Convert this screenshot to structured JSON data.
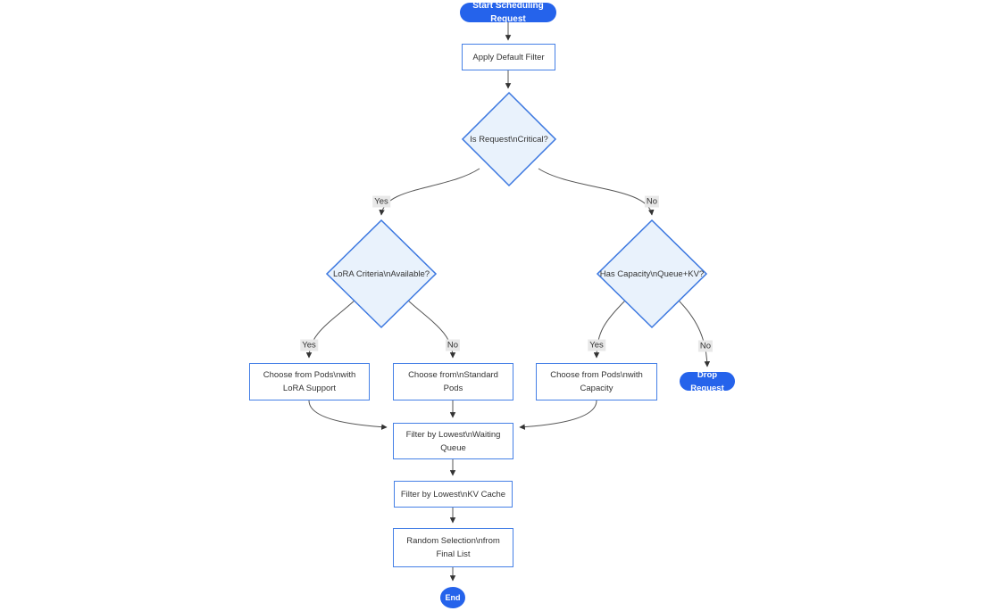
{
  "diagram_type": "flowchart",
  "nodes": {
    "start": {
      "shape": "stadium",
      "label": "Start Scheduling Request"
    },
    "apply_default_filter": {
      "shape": "rect",
      "line1": "Apply Default Filter"
    },
    "is_request_critical": {
      "shape": "diamond",
      "line1": "Is Request\\nCritical?"
    },
    "lora_criteria": {
      "shape": "diamond",
      "line1": "LoRA Criteria\\nAvailable?"
    },
    "has_capacity": {
      "shape": "diamond",
      "line1": "Has Capacity\\nQueue+KV?"
    },
    "choose_lora_pods": {
      "shape": "rect",
      "line1": "Choose from Pods\\nwith",
      "line2": "LoRA Support"
    },
    "choose_standard_pods": {
      "shape": "rect",
      "line1": "Choose from\\nStandard",
      "line2": "Pods"
    },
    "choose_capacity_pods": {
      "shape": "rect",
      "line1": "Choose from Pods\\nwith",
      "line2": "Capacity"
    },
    "drop_request": {
      "shape": "stadium",
      "label": "Drop Request"
    },
    "filter_waiting_queue": {
      "shape": "rect",
      "line1": "Filter by Lowest\\nWaiting",
      "line2": "Queue"
    },
    "filter_kv_cache": {
      "shape": "rect",
      "line1": "Filter by Lowest\\nKV Cache"
    },
    "random_selection": {
      "shape": "rect",
      "line1": "Random Selection\\nfrom",
      "line2": "Final List"
    },
    "end": {
      "shape": "stadium",
      "label": "End"
    }
  },
  "edges": [
    {
      "from": "start",
      "to": "apply_default_filter",
      "label": ""
    },
    {
      "from": "apply_default_filter",
      "to": "is_request_critical",
      "label": ""
    },
    {
      "from": "is_request_critical",
      "to": "lora_criteria",
      "label": "Yes"
    },
    {
      "from": "is_request_critical",
      "to": "has_capacity",
      "label": "No"
    },
    {
      "from": "lora_criteria",
      "to": "choose_lora_pods",
      "label": "Yes"
    },
    {
      "from": "lora_criteria",
      "to": "choose_standard_pods",
      "label": "No"
    },
    {
      "from": "has_capacity",
      "to": "choose_capacity_pods",
      "label": "Yes"
    },
    {
      "from": "has_capacity",
      "to": "drop_request",
      "label": "No"
    },
    {
      "from": "choose_lora_pods",
      "to": "filter_waiting_queue",
      "label": ""
    },
    {
      "from": "choose_standard_pods",
      "to": "filter_waiting_queue",
      "label": ""
    },
    {
      "from": "choose_capacity_pods",
      "to": "filter_waiting_queue",
      "label": ""
    },
    {
      "from": "filter_waiting_queue",
      "to": "filter_kv_cache",
      "label": ""
    },
    {
      "from": "filter_kv_cache",
      "to": "random_selection",
      "label": ""
    },
    {
      "from": "random_selection",
      "to": "end",
      "label": ""
    }
  ],
  "colors": {
    "accent": "#2563eb",
    "node_border": "#4580e6",
    "node_fill": "#ffffff",
    "decision_fill": "#e9f2fc",
    "decision_border": "#3b77e0",
    "edge": "#555555",
    "arrow": "#333333",
    "label_bg": "#e8e8e8",
    "text": "#333333",
    "background": "#ffffff"
  }
}
